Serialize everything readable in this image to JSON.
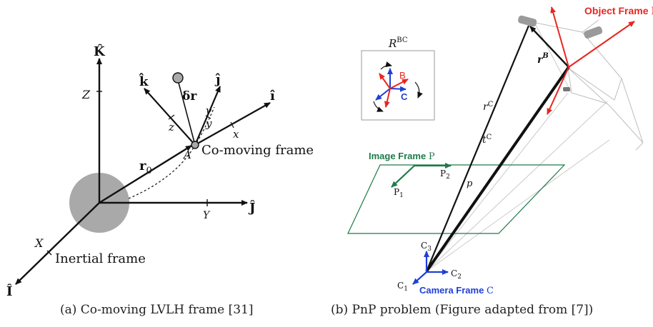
{
  "panel_a": {
    "caption": "(a) Co-moving LVLH frame [31]",
    "labels": {
      "K_hat": "K̂",
      "Z": "Z",
      "k_hat": "k̂",
      "delta_r": "δr",
      "j_hat": "ĵ",
      "i_hat_moving": "î",
      "z": "z",
      "y": "y",
      "gamma": "γ",
      "x": "x",
      "A": "A",
      "co_moving": "Co-moving frame",
      "r0": "r",
      "r0_sub": "0",
      "J_hat": "Ĵ",
      "Y": "Y",
      "X": "X",
      "inertial": "Inertial frame",
      "I_hat": "Î"
    }
  },
  "panel_b": {
    "caption": "(b) PnP problem (Figure adapted from [7])",
    "colors": {
      "red": "#e8261f",
      "blue": "#1f3fd6",
      "green": "#1f7a4a",
      "black": "#111111"
    },
    "labels": {
      "object_frame": "Object Frame ",
      "object_frame_sym": "B",
      "r_B": "r",
      "r_B_sup": "B",
      "R_BC": "R",
      "R_BC_sup": "BC",
      "inset_B": "B",
      "inset_C": "C",
      "r_C": "r",
      "r_C_sup": "C",
      "t_C": "t",
      "t_C_sup": "C",
      "image_frame": "Image Frame ",
      "image_frame_sym": "P",
      "P2": "P",
      "P2_sub": "2",
      "p": "p",
      "P1": "P",
      "P1_sub": "1",
      "C3": "C",
      "C3_sub": "3",
      "C2": "C",
      "C2_sub": "2",
      "C1": "C",
      "C1_sub": "1",
      "camera_frame": "Camera Frame ",
      "camera_frame_sym": "C"
    }
  }
}
